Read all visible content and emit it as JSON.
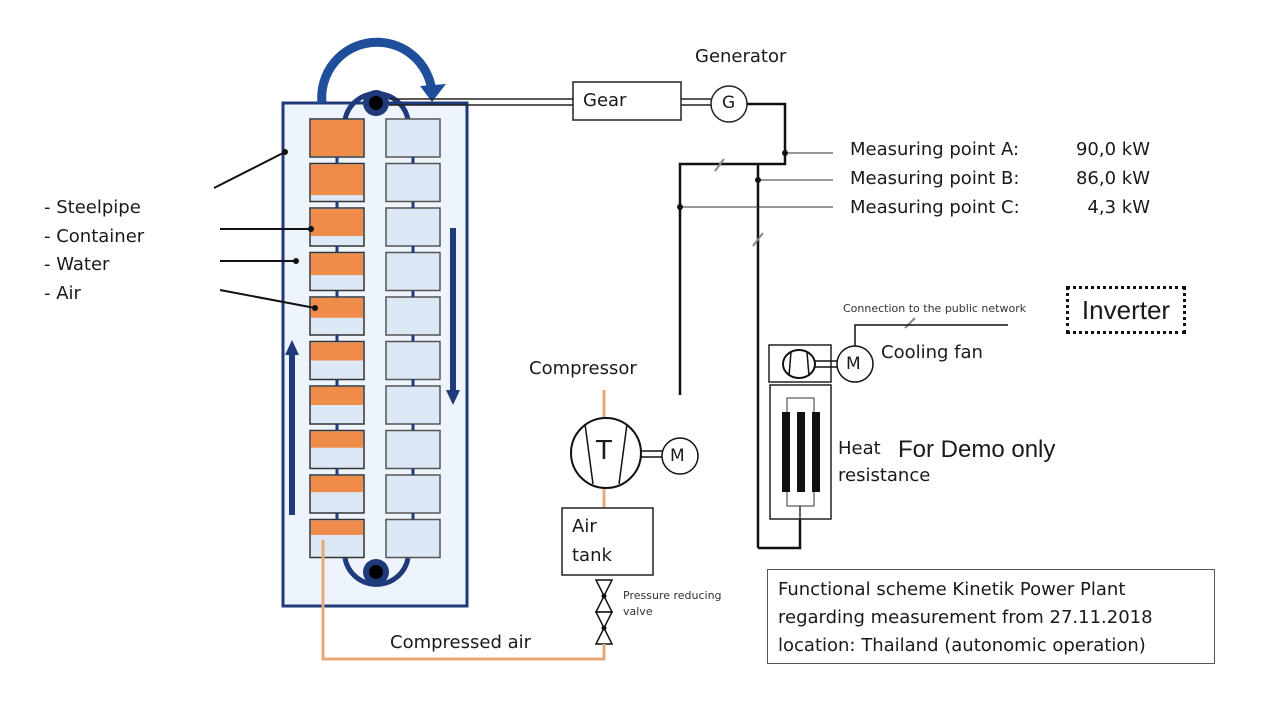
{
  "diagram": {
    "title_box": {
      "lines": [
        "Functional scheme Kinetik Power Plant",
        "regarding measurement from 27.11.2018",
        "location: Thailand (autonomic operation)"
      ]
    },
    "legend": {
      "items": [
        "- Steelpipe",
        "- Container",
        "- Water",
        "- Air"
      ]
    },
    "components": {
      "gear": "Gear",
      "generator_label": "Generator",
      "generator_symbol": "G",
      "compressor_label": "Compressor",
      "compressor_symbol": "T",
      "motor_symbol": "M",
      "air_tank": [
        "Air",
        "tank"
      ],
      "pressure_valve": [
        "Pressure reducing",
        "valve"
      ],
      "compressed_air": "Compressed air",
      "cooling_fan": "Cooling fan",
      "heat_resistance": [
        "Heat",
        "resistance"
      ],
      "public_network": "Connection to the public network",
      "inverter": "Inverter"
    },
    "measuring_points": [
      {
        "label": "Measuring point A:",
        "value": "90,0 kW"
      },
      {
        "label": "Measuring point B:",
        "value": "86,0 kW"
      },
      {
        "label": "Measuring point C:",
        "value": "4,3 kW"
      }
    ],
    "watermark": "For Demo only",
    "column_containers": {
      "left_air_filled_fraction": [
        1.0,
        0.85,
        0.75,
        0.6,
        0.55,
        0.5,
        0.5,
        0.45,
        0.45,
        0.4
      ],
      "right_count": 10
    },
    "colors": {
      "frame_blue": "#1f3a7a",
      "arrow_blue": "#1f4e9a",
      "air_orange": "#f08c4a",
      "water_fill": "#dce8f5",
      "pipe_orange": "#e8a878"
    }
  }
}
